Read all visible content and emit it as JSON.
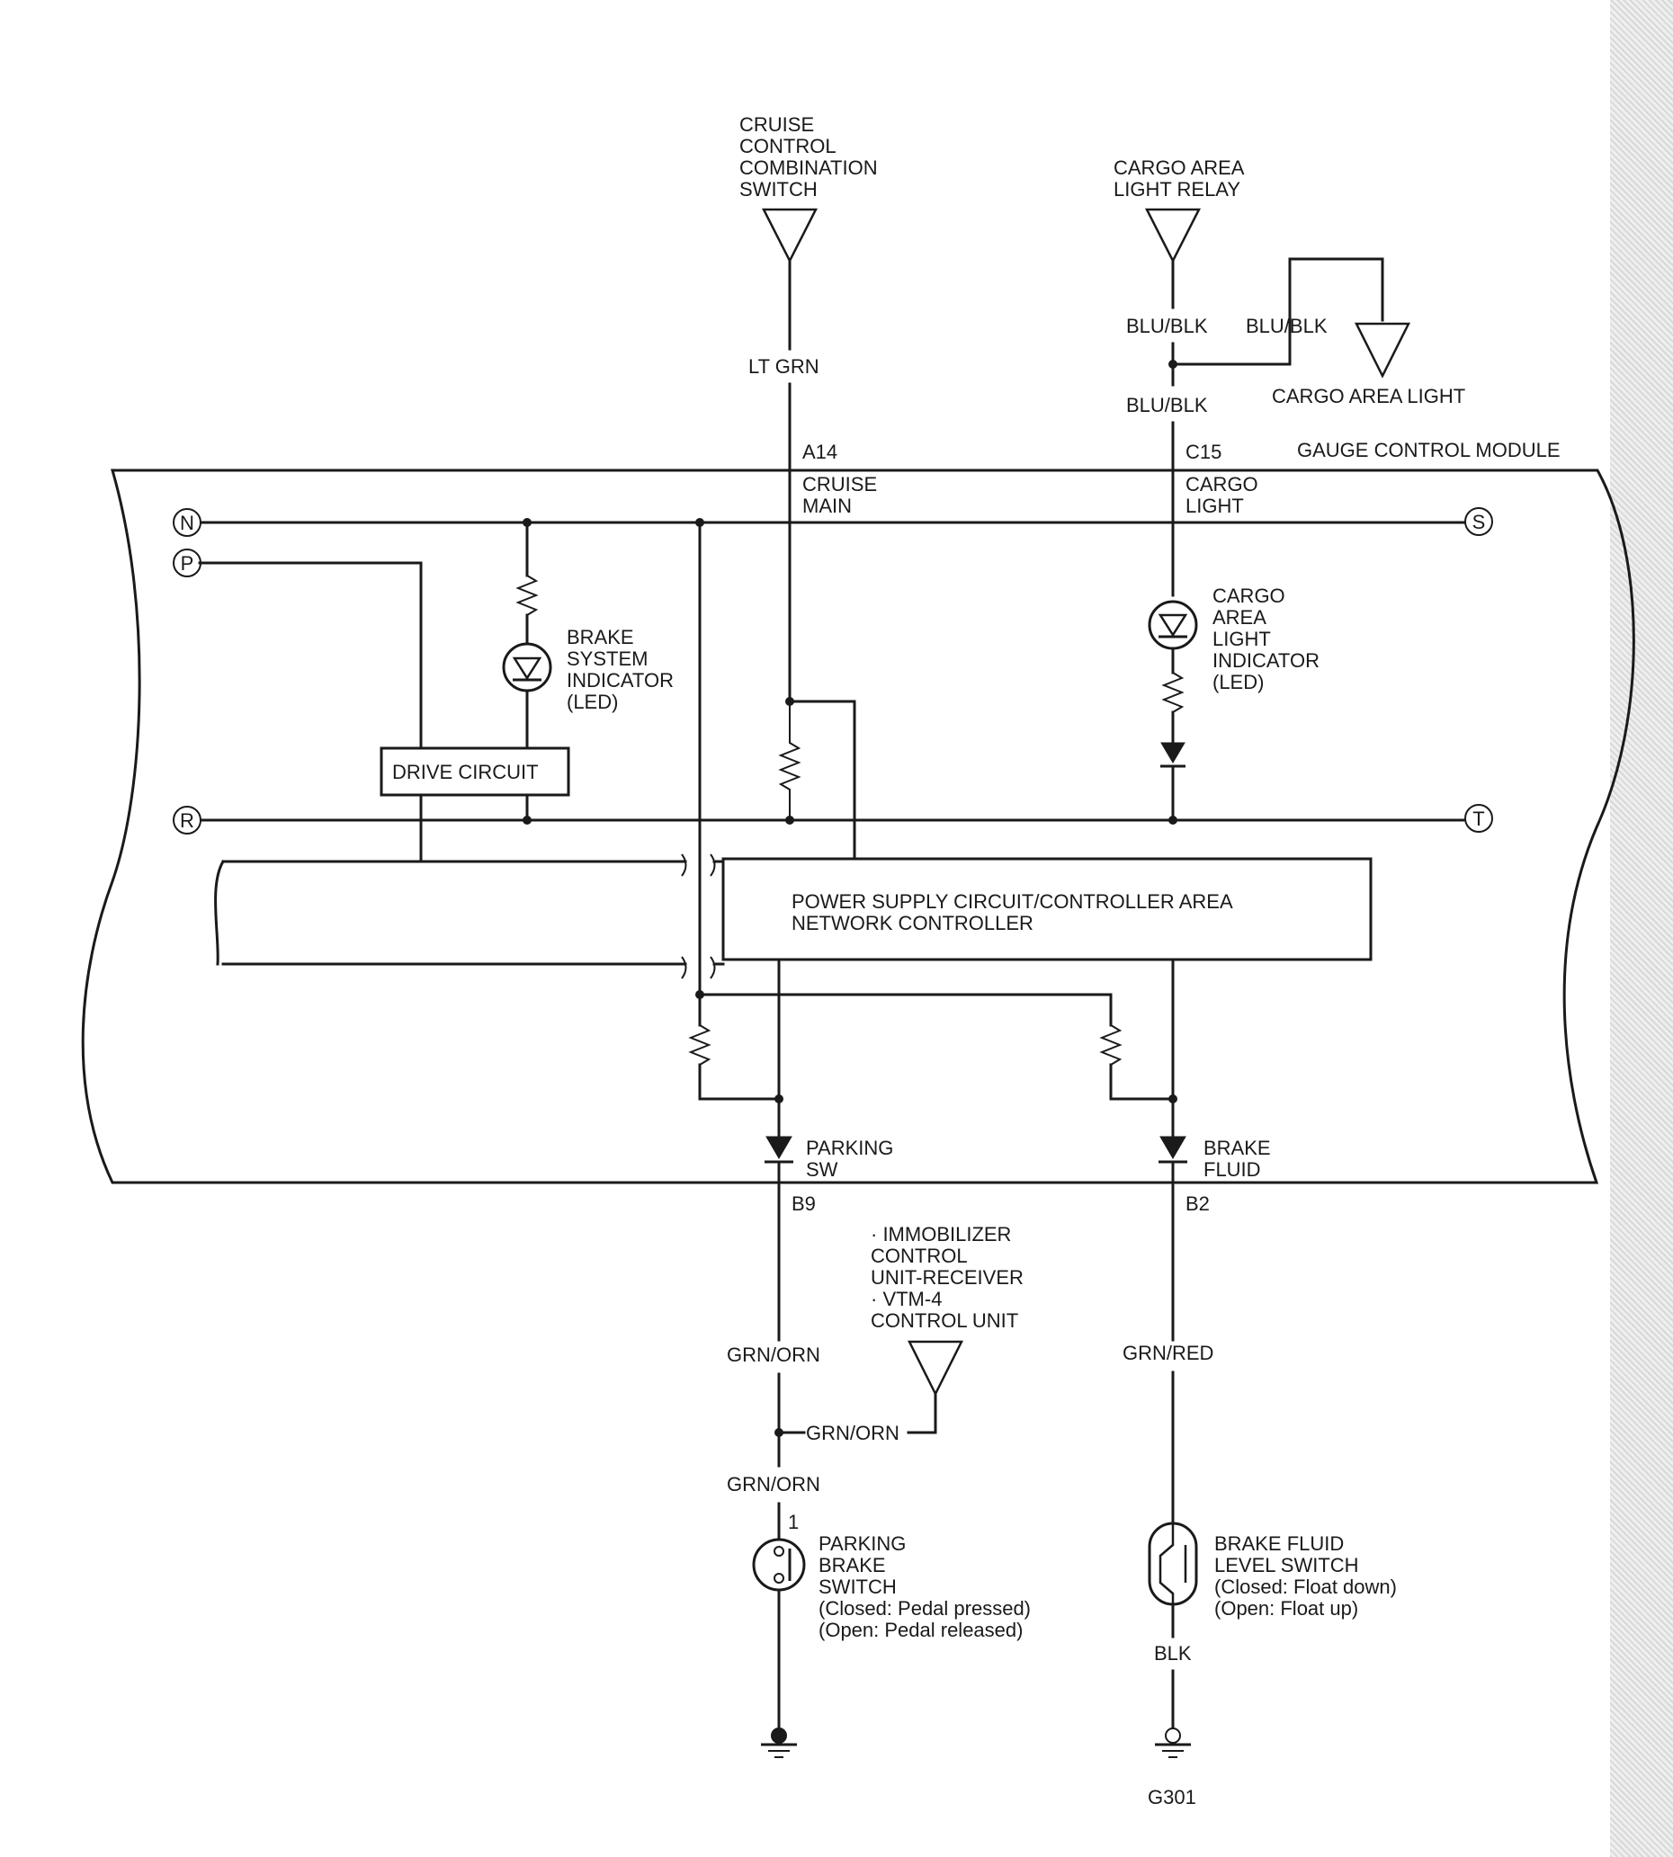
{
  "components": {
    "cruise_switch": [
      "CRUISE",
      "CONTROL",
      "COMBINATION",
      "SWITCH"
    ],
    "cargo_relay": [
      "CARGO AREA",
      "LIGHT RELAY"
    ],
    "cargo_light": "CARGO AREA LIGHT",
    "gauge_module": "GAUGE CONTROL MODULE",
    "brake_indicator": [
      "BRAKE",
      "SYSTEM",
      "INDICATOR",
      "(LED)"
    ],
    "cargo_indicator": [
      "CARGO",
      "AREA",
      "LIGHT",
      "INDICATOR",
      "(LED)"
    ],
    "drive_circuit": "DRIVE CIRCUIT",
    "power_supply": [
      "POWER SUPPLY CIRCUIT/CONTROLLER AREA",
      "NETWORK CONTROLLER"
    ],
    "parking_sw_label": [
      "PARKING",
      "SW"
    ],
    "brake_fluid_label": [
      "BRAKE",
      "FLUID"
    ],
    "immobilizer": [
      "· IMMOBILIZER",
      "CONTROL",
      "UNIT-RECEIVER",
      "· VTM-4",
      "CONTROL UNIT"
    ],
    "parking_brake_switch": [
      "PARKING",
      "BRAKE",
      "SWITCH",
      "(Closed: Pedal pressed)",
      "(Open: Pedal released)"
    ],
    "brake_fluid_switch": [
      "BRAKE FLUID",
      "LEVEL SWITCH",
      "(Closed: Float down)",
      "(Open: Float up)"
    ]
  },
  "pins": {
    "a14": "A14",
    "a14_name": [
      "CRUISE",
      "MAIN"
    ],
    "c15": "C15",
    "c15_name": [
      "CARGO",
      "LIGHT"
    ],
    "b9": "B9",
    "b2": "B2",
    "pin_1": "1"
  },
  "wires": {
    "lt_grn": "LT GRN",
    "blu_blk_1": "BLU/BLK",
    "blu_blk_2": "BLU/BLK",
    "blu_blk_3": "BLU/BLK",
    "grn_orn_1": "GRN/ORN",
    "grn_orn_2": "GRN/ORN",
    "grn_orn_3": "GRN/ORN",
    "grn_red": "GRN/RED",
    "blk": "BLK"
  },
  "connectors": {
    "n": "N",
    "p": "P",
    "r": "R",
    "s": "S",
    "t": "T"
  },
  "ground": {
    "g301": "G301"
  }
}
